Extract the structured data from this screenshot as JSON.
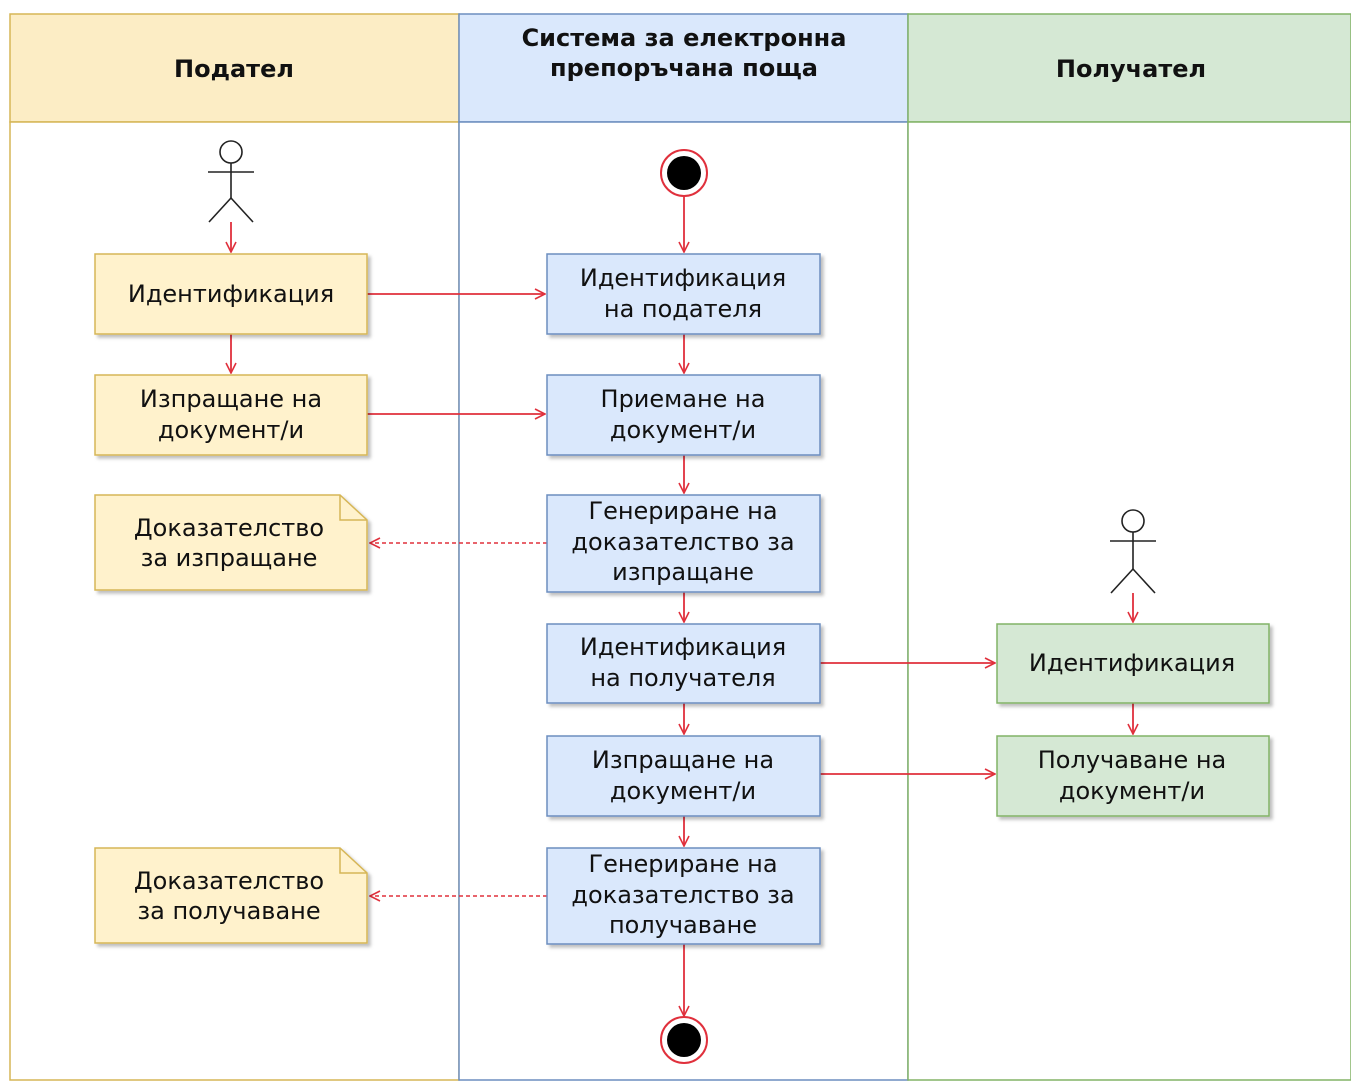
{
  "lanes": {
    "sender": {
      "title": "Подател",
      "header_fill": "#fcedc5",
      "body_fill": "#ffffff",
      "border": "#d6b656"
    },
    "system": {
      "title_line1": "Система за електронна",
      "title_line2": "препоръчана поща",
      "header_fill": "#dae8fc",
      "border": "#6c8ebf"
    },
    "recipient": {
      "title": "Получател",
      "header_fill": "#d5e8d4",
      "border": "#82b366"
    }
  },
  "sender_nodes": {
    "identification": {
      "line1": "Идентификация"
    },
    "send_docs": {
      "line1": "Изпращане на",
      "line2": "документ/и"
    },
    "proof_send": {
      "line1": "Доказателство",
      "line2": "за изпращане"
    },
    "proof_receive": {
      "line1": "Доказателство",
      "line2": "за получаване"
    }
  },
  "system_nodes": {
    "id_sender": {
      "line1": "Идентификация",
      "line2": "на подателя"
    },
    "accept_docs": {
      "line1": "Приемане на",
      "line2": "документ/и"
    },
    "gen_proof_send": {
      "line1": "Генериране на",
      "line2": "доказателство за",
      "line3": "изпращане"
    },
    "id_recipient": {
      "line1": "Идентификация",
      "line2": "на получателя"
    },
    "send_docs": {
      "line1": "Изпращане на",
      "line2": "документ/и"
    },
    "gen_proof_receive": {
      "line1": "Генериране на",
      "line2": "доказателство за",
      "line3": "получаване"
    }
  },
  "recipient_nodes": {
    "identification": {
      "line1": "Идентификация"
    },
    "receive_docs": {
      "line1": "Получаване на",
      "line2": "документ/и"
    }
  },
  "colors": {
    "flow": "#e0303c",
    "sender_fill": "#fff2cc",
    "sender_stroke": "#d6b656",
    "system_fill": "#dae8fc",
    "system_stroke": "#6c8ebf",
    "recipient_fill": "#d5e8d4",
    "recipient_stroke": "#82b366"
  }
}
